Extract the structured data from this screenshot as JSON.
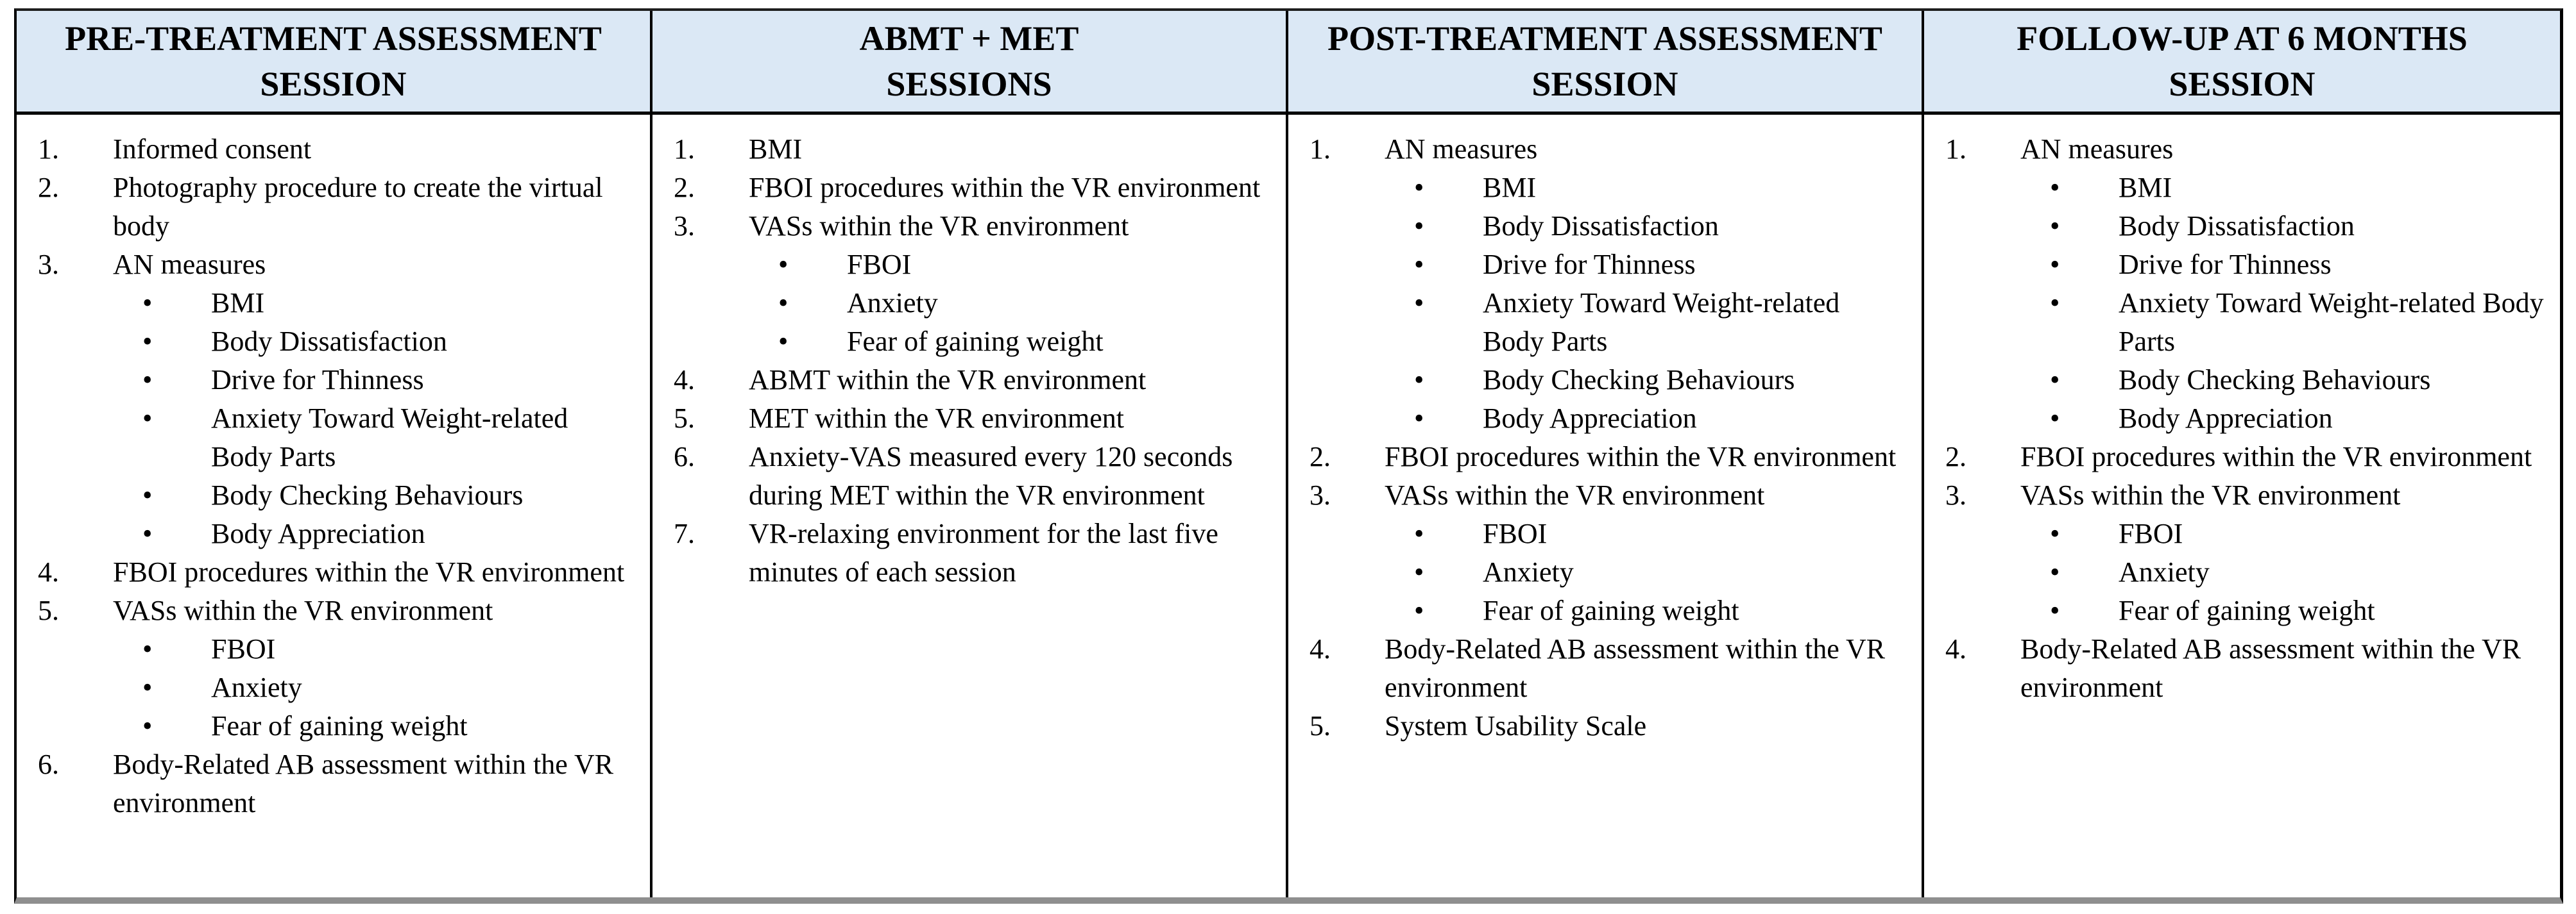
{
  "bullet_char": "•",
  "colors": {
    "header_bg": "#dbe8f5",
    "border_black": "#000000",
    "bottom_shadow_gray": "#8f8f8f",
    "page_bg": "#ffffff",
    "text": "#000000"
  },
  "columns": [
    {
      "header_lines": [
        "PRE-TREATMENT ASSESSMENT",
        "SESSION"
      ],
      "items": [
        {
          "marker": "1.",
          "label": "Informed consent"
        },
        {
          "marker": "2.",
          "label": "Photography procedure to create the virtual body"
        },
        {
          "marker": "3.",
          "label": "AN measures",
          "bullets": [
            "BMI",
            "Body Dissatisfaction",
            "Drive for Thinness",
            "Anxiety Toward Weight-related Body Parts",
            "Body Checking Behaviours",
            "Body Appreciation"
          ]
        },
        {
          "marker": "4.",
          "label": "FBOI procedures within the VR environment"
        },
        {
          "marker": "5.",
          "label": "VASs within the VR environment",
          "bullets": [
            "FBOI",
            "Anxiety",
            "Fear of gaining weight"
          ]
        },
        {
          "marker": "6.",
          "label": "Body-Related AB assessment within the VR environment"
        }
      ]
    },
    {
      "header_lines": [
        "ABMT + MET",
        "SESSIONS"
      ],
      "items": [
        {
          "marker": "1.",
          "label": "BMI"
        },
        {
          "marker": "2.",
          "label": "FBOI procedures within the VR environment"
        },
        {
          "marker": "3.",
          "label": "VASs within the VR environment",
          "bullets": [
            "FBOI",
            "Anxiety",
            "Fear of gaining weight"
          ]
        },
        {
          "marker": "4.",
          "label": "ABMT within the VR environment"
        },
        {
          "marker": "5.",
          "label": "MET within the VR environment"
        },
        {
          "marker": "6.",
          "label": "Anxiety-VAS measured every 120 seconds during MET within the VR environment"
        },
        {
          "marker": "7.",
          "label": "VR-relaxing environment for the last five minutes of each session"
        }
      ]
    },
    {
      "header_lines": [
        "POST-TREATMENT ASSESSMENT",
        "SESSION"
      ],
      "items": [
        {
          "marker": "1.",
          "label": "AN measures",
          "bullets": [
            "BMI",
            "Body Dissatisfaction",
            "Drive for Thinness",
            "Anxiety Toward Weight-related Body Parts",
            "Body Checking Behaviours",
            "Body Appreciation"
          ]
        },
        {
          "marker": "2.",
          "label": "FBOI procedures within the VR environment"
        },
        {
          "marker": "3.",
          "label": "VASs within the VR environment",
          "bullets": [
            "FBOI",
            "Anxiety",
            "Fear of gaining weight"
          ]
        },
        {
          "marker": "4.",
          "label": "Body-Related AB assessment within the VR environment"
        },
        {
          "marker": "5.",
          "label": "System Usability Scale"
        }
      ]
    },
    {
      "header_lines": [
        "FOLLOW-UP AT 6 MONTHS",
        "SESSION"
      ],
      "items": [
        {
          "marker": "1.",
          "label": "AN measures",
          "bullets": [
            "BMI",
            "Body Dissatisfaction",
            "Drive for Thinness",
            "Anxiety Toward Weight-related Body Parts",
            "Body Checking Behaviours",
            "Body Appreciation"
          ]
        },
        {
          "marker": "2.",
          "label": "FBOI procedures within the VR environment"
        },
        {
          "marker": "3.",
          "label": "VASs within the VR environment",
          "bullets": [
            "FBOI",
            "Anxiety",
            "Fear of gaining weight"
          ]
        },
        {
          "marker": "4.",
          "label": "Body-Related AB assessment within the VR environment"
        }
      ]
    }
  ]
}
